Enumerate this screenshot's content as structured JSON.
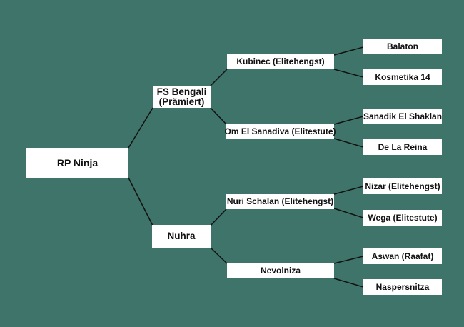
{
  "colors": {
    "background": "#3e7469",
    "box": "#ffffff",
    "line": "#111111"
  },
  "pedigree": {
    "subject": "RP Ninja",
    "sire": "FS Bengali",
    "sire_note": "(Prämiert)",
    "dam": "Nuhra",
    "sire_sire": "Kubinec (Elitehengst)",
    "sire_dam": "Om El Sanadiva (Elitestute)",
    "dam_sire": "Nuri Schalan (Elitehengst)",
    "dam_dam": "Nevolniza",
    "ss_sire": "Balaton",
    "ss_dam": "Kosmetika 14",
    "sd_sire": "Sanadik El Shaklan",
    "sd_dam": "De La Reina",
    "ds_sire": "Nizar (Elitehengst)",
    "ds_dam": "Wega (Elitestute)",
    "dd_sire": "Aswan (Raafat)",
    "dd_dam": "Naspersnitza"
  }
}
